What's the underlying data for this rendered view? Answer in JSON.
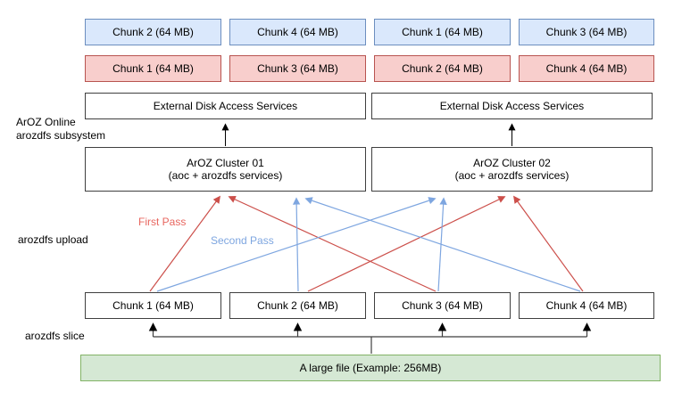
{
  "colors": {
    "chunk_blue_fill": "#dae8fc",
    "chunk_blue_border": "#6c8ebf",
    "chunk_red_fill": "#f8cecc",
    "chunk_red_border": "#b85450",
    "file_green_fill": "#d5e8d4",
    "file_green_border": "#82b366",
    "first_pass_arrow": "#cc4f4a",
    "second_pass_arrow": "#7ea6e0"
  },
  "stored_second_pass_row": [
    "Chunk 2 (64 MB)",
    "Chunk 4 (64 MB)",
    "Chunk 1 (64 MB)",
    "Chunk 3 (64 MB)"
  ],
  "stored_first_pass_row": [
    "Chunk 1 (64 MB)",
    "Chunk 3 (64 MB)",
    "Chunk 2 (64 MB)",
    "Chunk 4 (64 MB)"
  ],
  "edas": {
    "left": "External Disk Access Services",
    "right": "External Disk Access Services"
  },
  "clusters": {
    "left": {
      "name": "ArOZ Cluster 01",
      "detail": "(aoc + arozdfs services)"
    },
    "right": {
      "name": "ArOZ Cluster 02",
      "detail": "(aoc + arozdfs services)"
    }
  },
  "labels": {
    "subsystem_line1": "ArOZ Online",
    "subsystem_line2": "arozdfs subsystem",
    "upload": "arozdfs upload",
    "slice": "arozdfs slice",
    "first_pass": "First Pass",
    "second_pass": "Second Pass"
  },
  "sliced_chunks": [
    "Chunk 1 (64 MB)",
    "Chunk 2 (64 MB)",
    "Chunk 3 (64 MB)",
    "Chunk 4 (64 MB)"
  ],
  "source_file": "A large file (Example: 256MB)"
}
